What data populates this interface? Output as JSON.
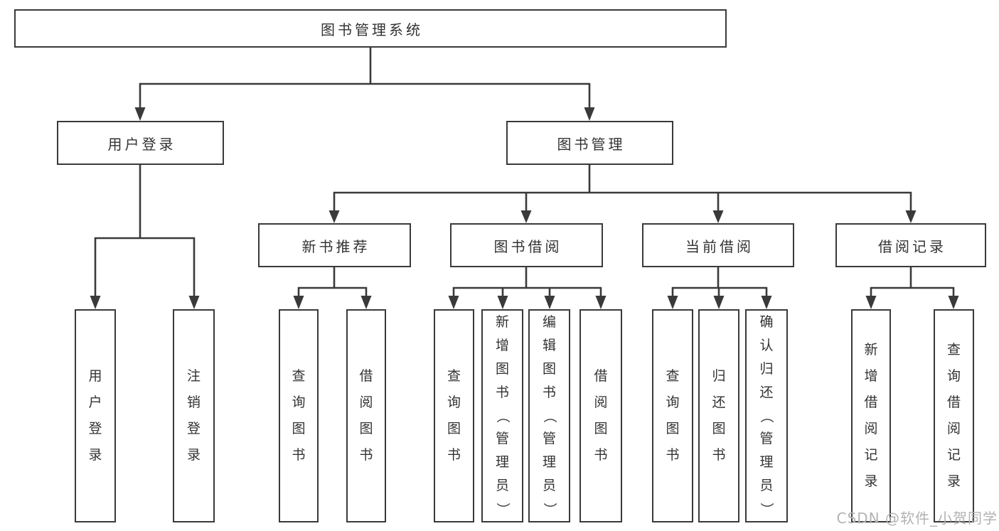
{
  "diagram": {
    "root": "图书管理系统",
    "branches": [
      {
        "label": "用户登录",
        "children": [
          "用户登录",
          "注销登录"
        ]
      },
      {
        "label": "图书管理",
        "children": [
          {
            "label": "新书推荐",
            "children": [
              "查询图书",
              "借阅图书"
            ]
          },
          {
            "label": "图书借阅",
            "children": [
              "查询图书",
              "新增图书（管理员）",
              "编辑图书（管理员）",
              "借阅图书"
            ]
          },
          {
            "label": "当前借阅",
            "children": [
              "查询图书",
              "归还图书",
              "确认归还（管理员）"
            ]
          },
          {
            "label": "借阅记录",
            "children": [
              "新增借阅记录",
              "查询借阅记录"
            ]
          }
        ]
      }
    ]
  },
  "watermark": "CSDN @软件_小贺同学",
  "colors": {
    "line": "#3a3a3a",
    "text": "#333333",
    "watermark": "#b2b2b2",
    "background": "#ffffff"
  }
}
